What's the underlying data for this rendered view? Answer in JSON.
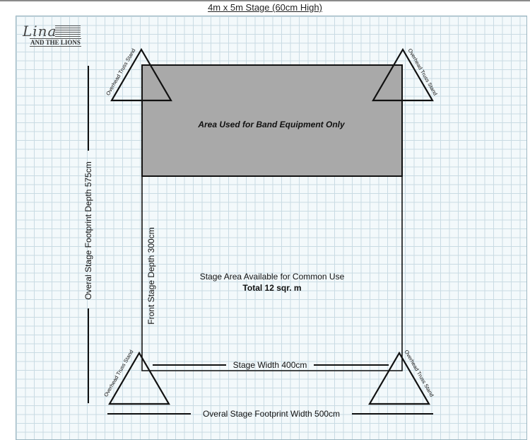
{
  "title": "4m x 5m Stage (60cm High)",
  "logo": {
    "script": "Lina",
    "sub": "AND THE LIONS"
  },
  "labels": {
    "band_area": "Area Used for Band Equipment Only",
    "common_area_line1": "Stage Area Available for Common Use",
    "common_area_line2": "Total 12 sqr. m",
    "stage_width": "Stage Width 400cm",
    "footprint_width": "Overal Stage Footprint Width 500cm",
    "footprint_depth": "Overal Stage Footprint Depth 575cm",
    "front_depth": "Front Stage Depth 300cm",
    "truss": "Overhead Truss Stand"
  },
  "colors": {
    "band_area_fill": "#a9a9a9",
    "stroke": "#111111",
    "grid_bg": "#f3f9fb",
    "grid_line": "#c9dbe3"
  }
}
